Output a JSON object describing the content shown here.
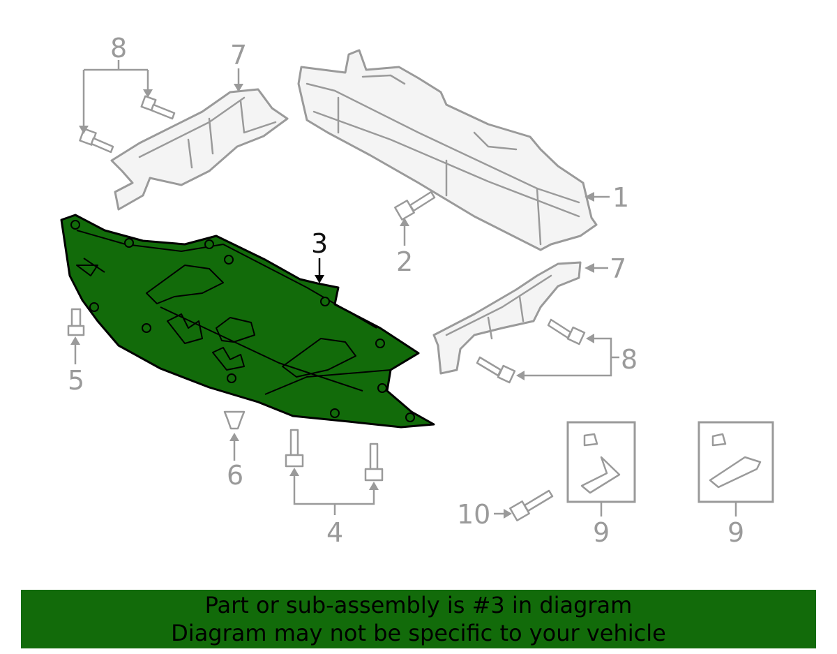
{
  "diagram": {
    "callouts": {
      "c1": "1",
      "c2": "2",
      "c3": "3",
      "c4": "4",
      "c5": "5",
      "c6": "6",
      "c7a": "7",
      "c7b": "7",
      "c8a": "8",
      "c8b": "8",
      "c9a": "9",
      "c9b": "9",
      "c10": "10"
    },
    "highlighted_part": "3",
    "highlight_color": "#126b0a",
    "line_color": "#9a9a9a"
  },
  "banner": {
    "line1": "Part or sub-assembly is #3 in diagram",
    "line2": "Diagram may not be specific to your vehicle",
    "background": "#126b0a"
  }
}
